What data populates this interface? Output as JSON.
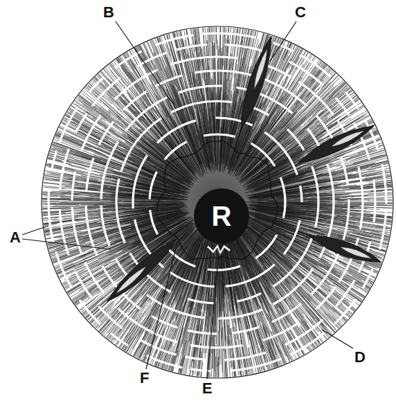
{
  "diagram": {
    "nodes": [
      {
        "text": [
          "R"
        ]
      }
    ],
    "labels": [
      "B",
      "C",
      "A",
      "D",
      "F",
      "E"
    ]
  }
}
